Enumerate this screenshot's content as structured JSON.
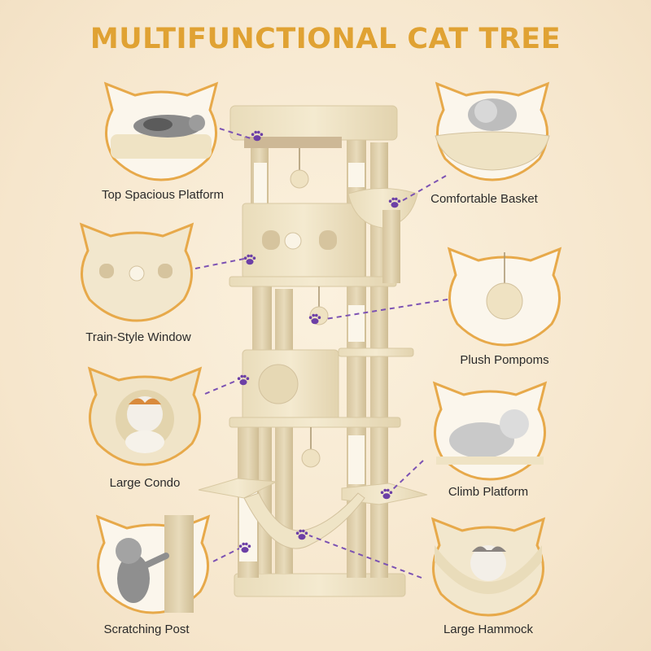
{
  "title": "MULTIFUNCTIONAL CAT TREE",
  "colors": {
    "title": "#e0a233",
    "frame": "#e7a94a",
    "plush": "#efe3c4",
    "sisal": "#d9c8a3",
    "paw": "#6c3fa6"
  },
  "features": [
    {
      "label": "Top Spacious Platform"
    },
    {
      "label": "Comfortable Basket"
    },
    {
      "label": "Train-Style Window"
    },
    {
      "label": "Plush Pompoms"
    },
    {
      "label": "Large Condo"
    },
    {
      "label": "Climb Platform"
    },
    {
      "label": "Scratching Post"
    },
    {
      "label": "Large Hammock"
    }
  ]
}
